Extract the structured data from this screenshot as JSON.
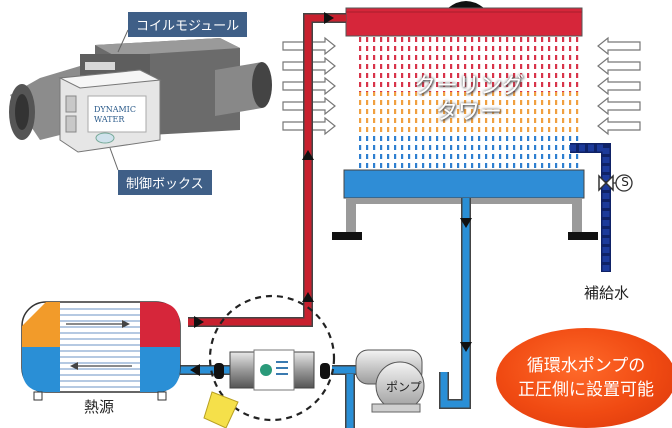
{
  "labels": {
    "coil_module": "コイルモジュール",
    "control_box": "制御ボックス",
    "tower_line1": "クーリング",
    "tower_line2": "タワー",
    "makeup_water": "補給水",
    "heat_source": "熱源",
    "pump": "ポンプ",
    "valve_s": "S",
    "note_line1": "循環水ポンプの",
    "note_line2": "正圧側に設置可能"
  },
  "colors": {
    "hot_pipe": "#c8202e",
    "cold_pipe": "#2a8fd6",
    "makeup_pipe": "#1c3a9a",
    "note_bg": "#f04a12",
    "label_bg": "#3f5f87",
    "tower_frame": "#a6a6a6"
  },
  "icons": {
    "flow_arrow": "triangle",
    "air_inlet": "hollow-arrow",
    "valve": "bowtie-valve"
  }
}
